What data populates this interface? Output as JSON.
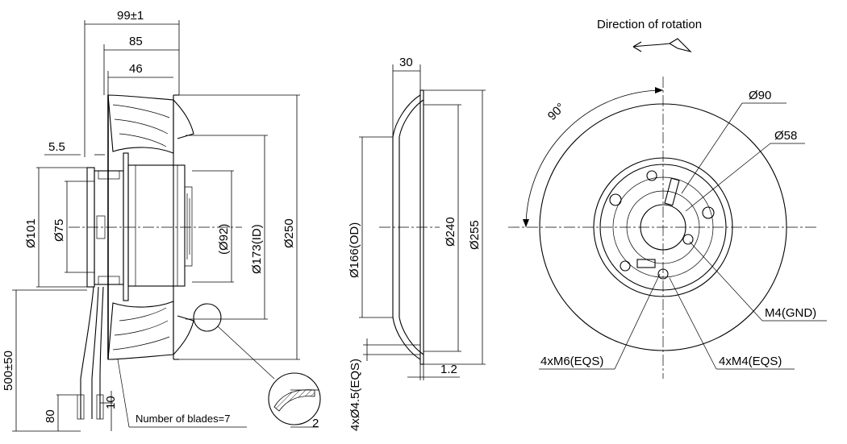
{
  "side_view": {
    "dim_overall_length": "99±1",
    "dim_85": "85",
    "dim_46": "46",
    "dim_5_5": "5.5",
    "dim_d101": "Ø101",
    "dim_d75": "Ø75",
    "dim_d92": "(Ø92)",
    "dim_d173": "Ø173(ID)",
    "dim_d250": "Ø250",
    "dim_cable": "500±50",
    "dim_80": "80",
    "dim_10": "10",
    "blades_note": "Number of blades=7",
    "dim_detail_2": "2"
  },
  "inlet_view": {
    "dim_30": "30",
    "dim_d166": "Ø166(OD)",
    "dim_d240": "Ø240",
    "dim_d255": "Ø255",
    "dim_holes": "4xØ4.5(EQS)",
    "dim_1_2": "1.2"
  },
  "front_view": {
    "rotation_label": "Direction of rotation",
    "angle_label": "90°",
    "dim_d90": "Ø90",
    "dim_d58": "Ø58",
    "label_gnd": "M4(GND)",
    "label_m6": "4xM6(EQS)",
    "label_m4": "4xM4(EQS)"
  }
}
